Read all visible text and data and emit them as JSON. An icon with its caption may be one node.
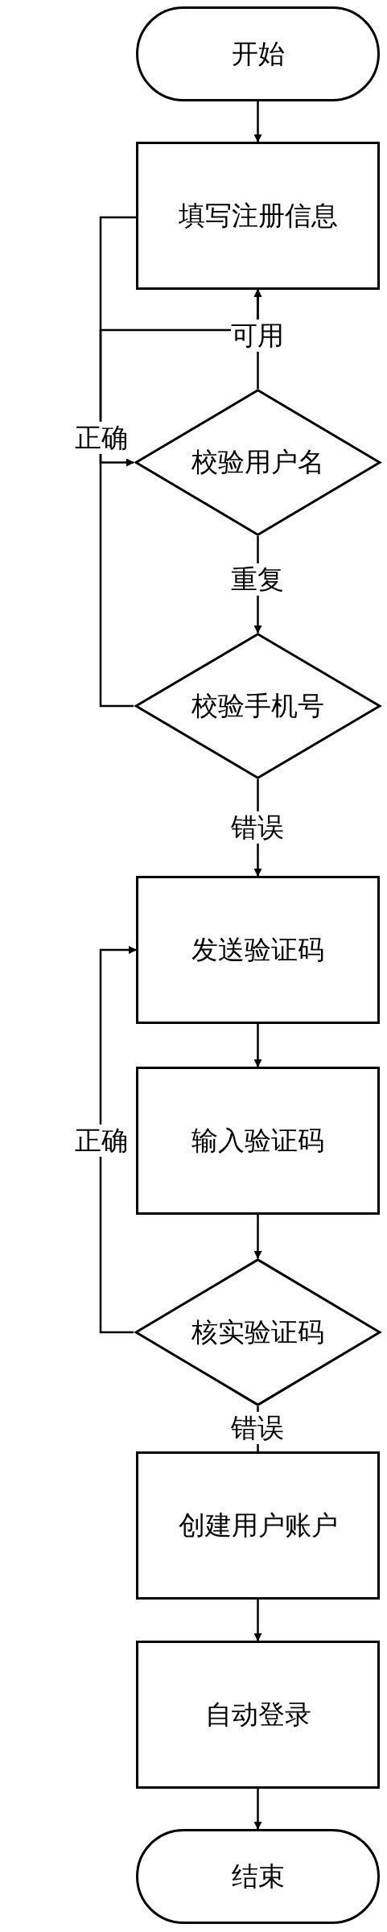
{
  "diagram": {
    "nodes": [
      {
        "text": [
          "开始"
        ]
      },
      {
        "text": [
          "填写注册信息"
        ]
      },
      {
        "text": [
          "校验用户名"
        ]
      },
      {
        "text": [
          "校验手机号"
        ]
      },
      {
        "text": [
          "发送验证码"
        ]
      },
      {
        "text": [
          "输入验证码"
        ]
      },
      {
        "text": [
          "核实验证码"
        ]
      },
      {
        "text": [
          "创建用户账户"
        ]
      },
      {
        "text": [
          "自动登录"
        ]
      },
      {
        "text": [
          "结束"
        ]
      }
    ],
    "edges": [
      {
        "from": 0,
        "to": 1,
        "arrow": "to"
      },
      {
        "from": 2,
        "to": 1,
        "arrow": "to",
        "label": "可用"
      },
      {
        "from": 3,
        "to": 1,
        "arrow": "to"
      },
      {
        "from": 1,
        "to": 2,
        "arrow": "to",
        "label": "正确"
      },
      {
        "from": 2,
        "to": 3,
        "arrow": "to",
        "label": "重复"
      },
      {
        "from": 3,
        "to": 4,
        "arrow": "to",
        "label": "错误"
      },
      {
        "from": 4,
        "to": 5,
        "arrow": "to"
      },
      {
        "from": 5,
        "to": 6,
        "arrow": "to"
      },
      {
        "from": 6,
        "to": 4,
        "arrow": "to",
        "label": "正确"
      },
      {
        "from": 6,
        "to": 7,
        "arrow": "none",
        "label": "错误"
      },
      {
        "from": 7,
        "to": 8,
        "arrow": "to"
      },
      {
        "from": 8,
        "to": 9,
        "arrow": "to"
      }
    ]
  }
}
